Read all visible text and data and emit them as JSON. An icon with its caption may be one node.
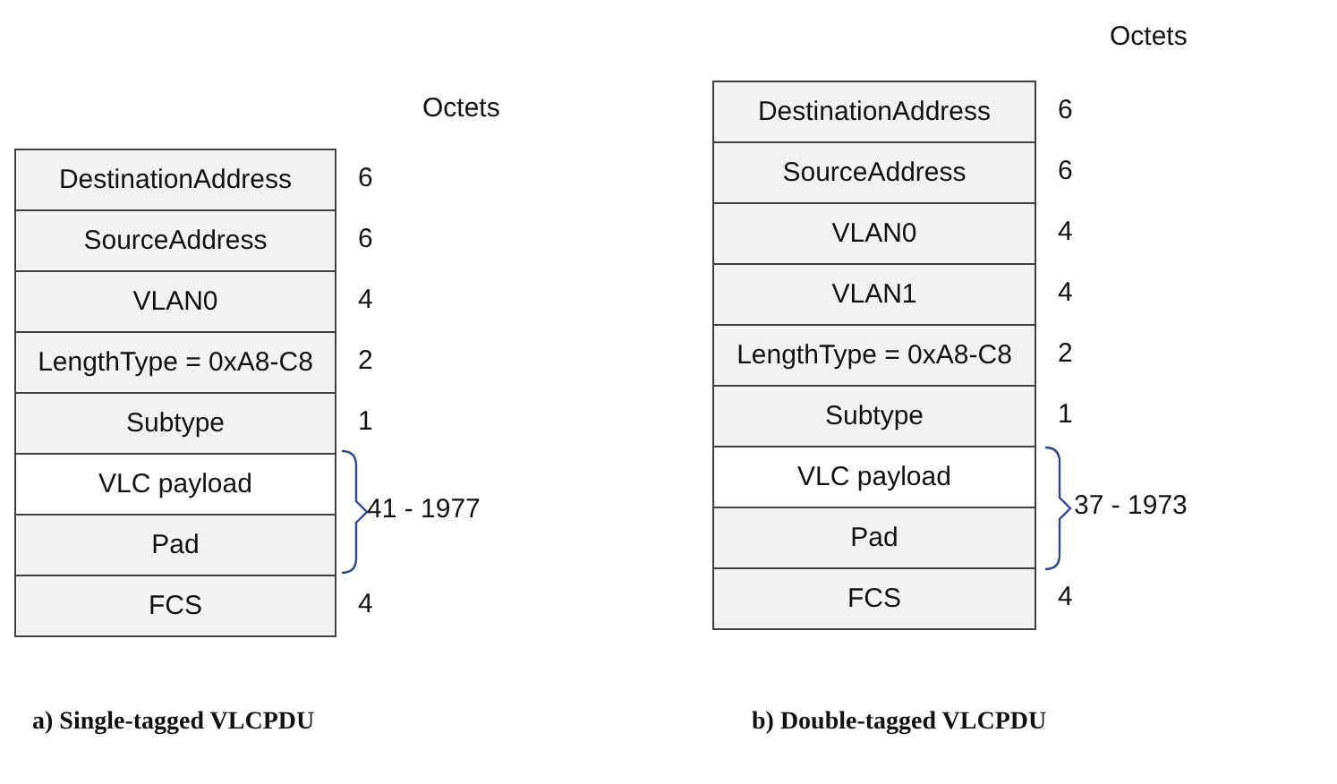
{
  "diagram": {
    "nodes": [
      {
        "text": [
          "DestinationAddress"
        ],
        "beside": [
          "6"
        ]
      },
      {
        "text": [
          "SourceAddress"
        ],
        "beside": [
          "6"
        ]
      },
      {
        "text": [
          "VLAN0"
        ],
        "beside": [
          "4"
        ]
      },
      {
        "text": [
          "LengthType = 0xA8-C8"
        ],
        "beside": [
          "2"
        ]
      },
      {
        "text": [
          "Subtype"
        ],
        "beside": [
          "1"
        ]
      },
      {
        "text": [
          "VLC payload"
        ]
      },
      {
        "text": [
          "Pad"
        ]
      },
      {
        "text": [
          "FCS"
        ],
        "beside": [
          "4"
        ]
      },
      {
        "text": [
          "DestinationAddress"
        ],
        "beside": [
          "6"
        ]
      },
      {
        "text": [
          "SourceAddress"
        ],
        "beside": [
          "6"
        ]
      },
      {
        "text": [
          "VLAN0"
        ],
        "beside": [
          "4"
        ]
      },
      {
        "text": [
          "VLAN1"
        ],
        "beside": [
          "4"
        ]
      },
      {
        "text": [
          "LengthType = 0xA8-C8"
        ],
        "beside": [
          "2"
        ]
      },
      {
        "text": [
          "Subtype"
        ],
        "beside": [
          "1"
        ]
      },
      {
        "text": [
          "VLC payload"
        ]
      },
      {
        "text": [
          "Pad"
        ]
      },
      {
        "text": [
          "FCS"
        ],
        "beside": [
          "4"
        ]
      }
    ],
    "labels": [
      "Octets",
      "Octets",
      "41 - 1977",
      "37 - 1973",
      "a) Single-tagged VLCPDU",
      "b) Double-tagged VLCPDU"
    ]
  }
}
